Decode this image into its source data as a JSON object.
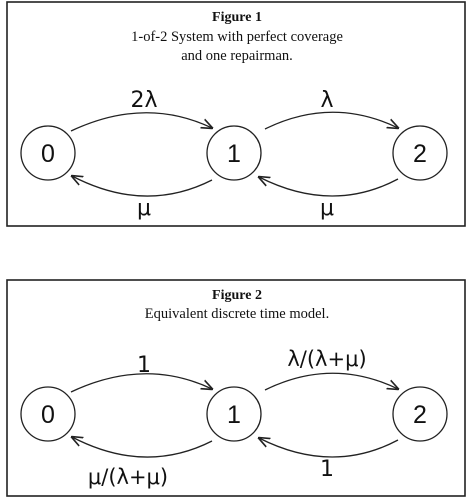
{
  "figures": [
    {
      "title": "Figure 1",
      "caption_line1": "1-of-2 System with perfect coverage",
      "caption_line2": "and one repairman.",
      "states": [
        "0",
        "1",
        "2"
      ],
      "rates": {
        "forward_0_1": "2λ",
        "forward_1_2": "λ",
        "back_1_0": "μ",
        "back_2_1": "μ"
      }
    },
    {
      "title": "Figure 2",
      "caption_line1": "Equivalent discrete time model.",
      "states": [
        "0",
        "1",
        "2"
      ],
      "rates": {
        "forward_0_1": "1",
        "forward_1_2": "λ/(λ+μ)",
        "back_1_0": "μ/(λ+μ)",
        "back_2_1": "1"
      }
    }
  ]
}
